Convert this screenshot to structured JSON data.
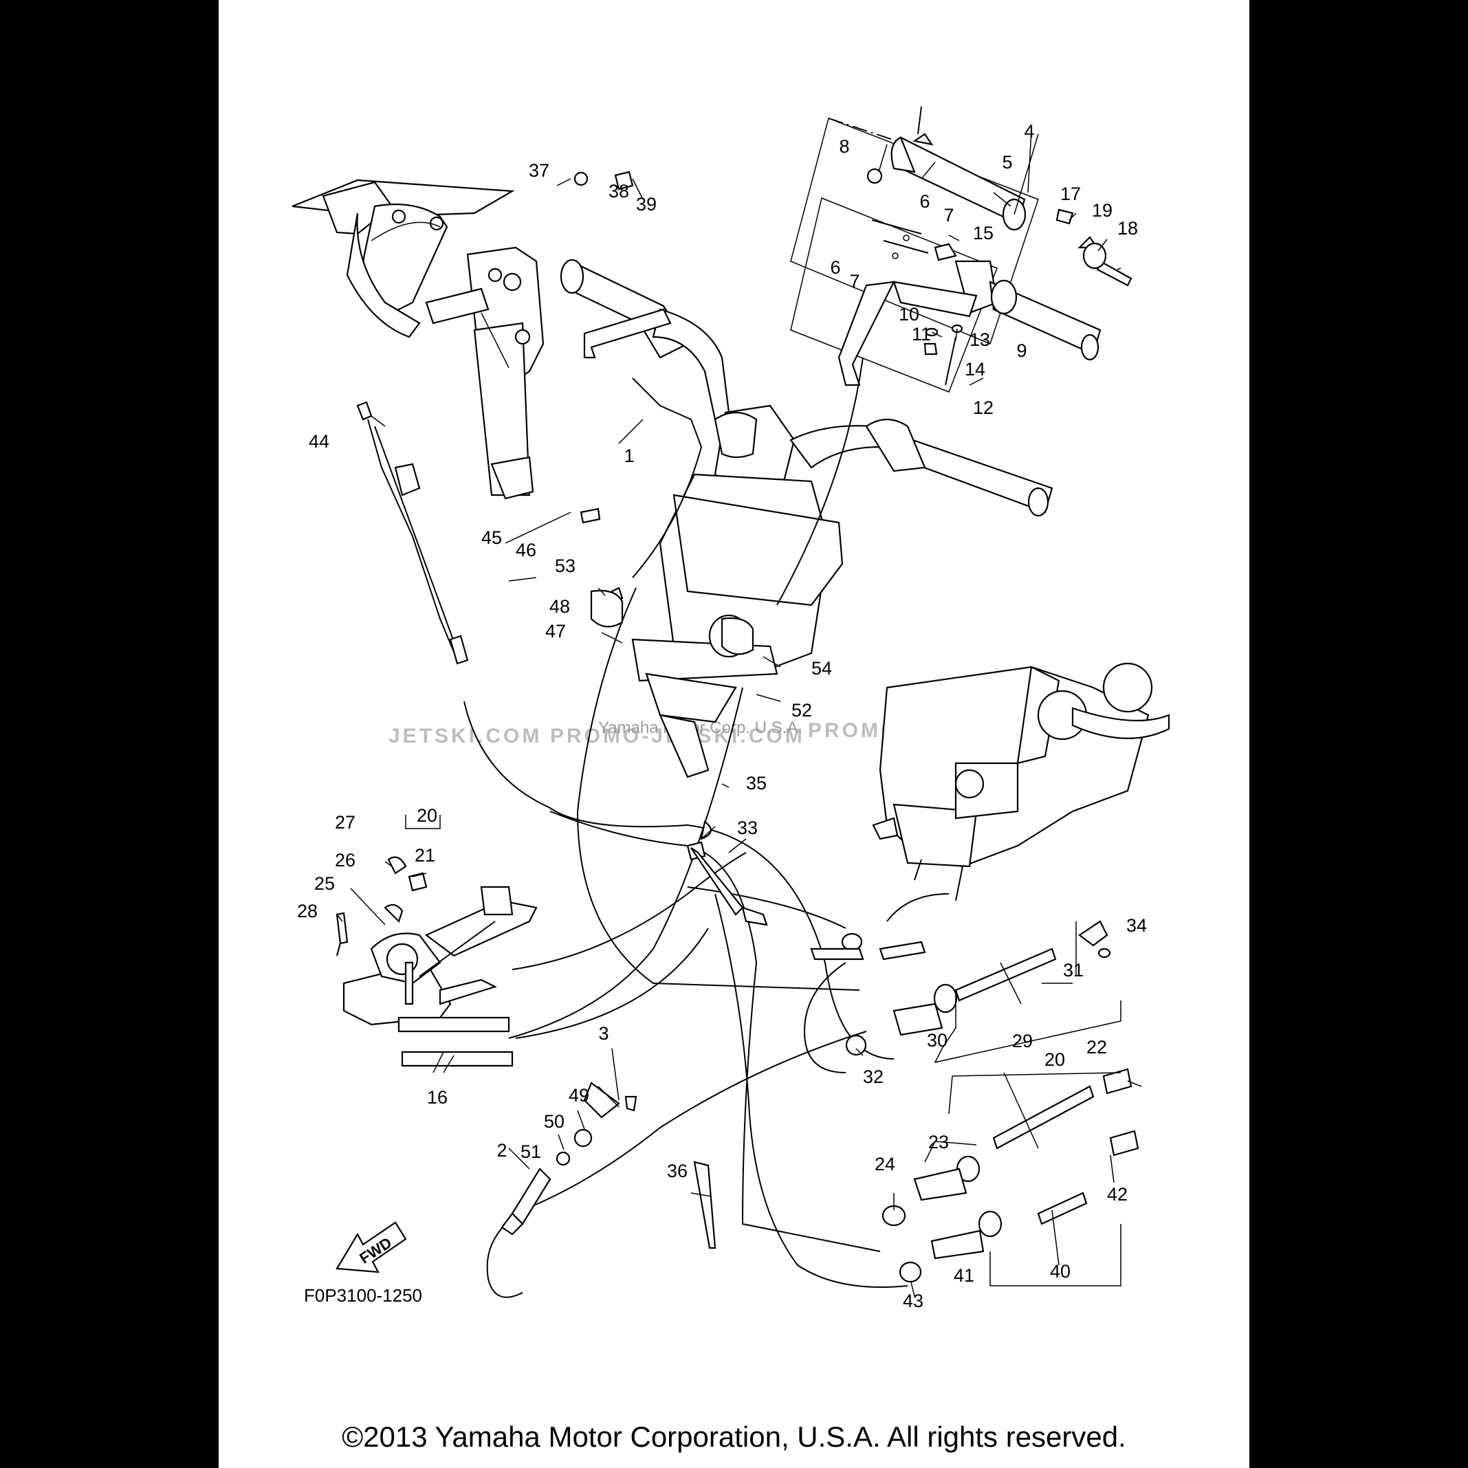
{
  "diagram": {
    "drawing_code": "F0P3100-1250",
    "direction_label": "FWD",
    "copyright": "©2013 Yamaha Motor Corporation, U.S.A. All rights reserved.",
    "watermark_left": "JETSKI.COM",
    "watermark_mid": "PROMO-JETSKI.COM",
    "watermark_right": "PROMO-JETSKI.COM",
    "watermark_center": "Yamaha Motor Corp. U.S.A.",
    "callouts": [
      "1",
      "2",
      "3",
      "4",
      "5",
      "6",
      "7",
      "6",
      "7",
      "8",
      "9",
      "10",
      "11",
      "12",
      "13",
      "14",
      "15",
      "16",
      "17",
      "18",
      "19",
      "20",
      "21",
      "20",
      "22",
      "23",
      "24",
      "25",
      "26",
      "27",
      "28",
      "29",
      "30",
      "31",
      "32",
      "33",
      "34",
      "35",
      "36",
      "37",
      "38",
      "39",
      "40",
      "41",
      "42",
      "43",
      "44",
      "45",
      "46",
      "47",
      "48",
      "49",
      "50",
      "51",
      "52",
      "53",
      "54"
    ]
  },
  "colors": {
    "page_background": "#000000",
    "sheet": "#ffffff",
    "ink": "#000000",
    "watermark": "#bdbdbd"
  }
}
